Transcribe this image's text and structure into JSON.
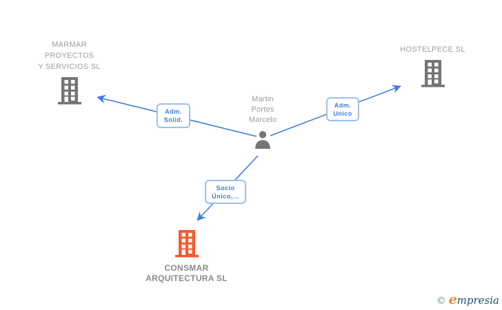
{
  "colors": {
    "edge-blue": "#3d7de4",
    "label-border": "#9cc0ec",
    "label-text": "#3d7bd9",
    "gray-icon": "#757575",
    "gray-text": "#9c9c9c",
    "consmar-orange": "#f45b2d",
    "consmar-text": "#8a8a8a",
    "logo-copyright": "#6b8ba0",
    "logo-e": "#f08428",
    "logo-rest": "#1d4b66"
  },
  "diagram": {
    "nodes": {
      "marmar": {
        "type": "company",
        "label_lines": [
          "MARMAR",
          "PROYECTOS",
          "Y SERVICIOS SL"
        ]
      },
      "hostelpece": {
        "type": "company",
        "label_lines": [
          "HOSTELPECE SL"
        ]
      },
      "martin": {
        "type": "person",
        "label_lines": [
          "Martin",
          "Portes",
          "Marcelo"
        ]
      },
      "consmar": {
        "type": "company",
        "label_lines": [
          "CONSMAR",
          "ARQUITECTURA SL"
        ]
      }
    },
    "edges": [
      {
        "from": "martin",
        "to": "marmar",
        "label_lines": [
          "Adm.",
          "Solid."
        ]
      },
      {
        "from": "martin",
        "to": "hostelpece",
        "label_lines": [
          "Adm.",
          "Unico"
        ]
      },
      {
        "from": "martin",
        "to": "consmar",
        "label_lines": [
          "Socio",
          "Único,..."
        ]
      }
    ]
  },
  "footer": {
    "copyright_symbol": "©",
    "brand_initial": "e",
    "brand_rest": "mpresia"
  }
}
